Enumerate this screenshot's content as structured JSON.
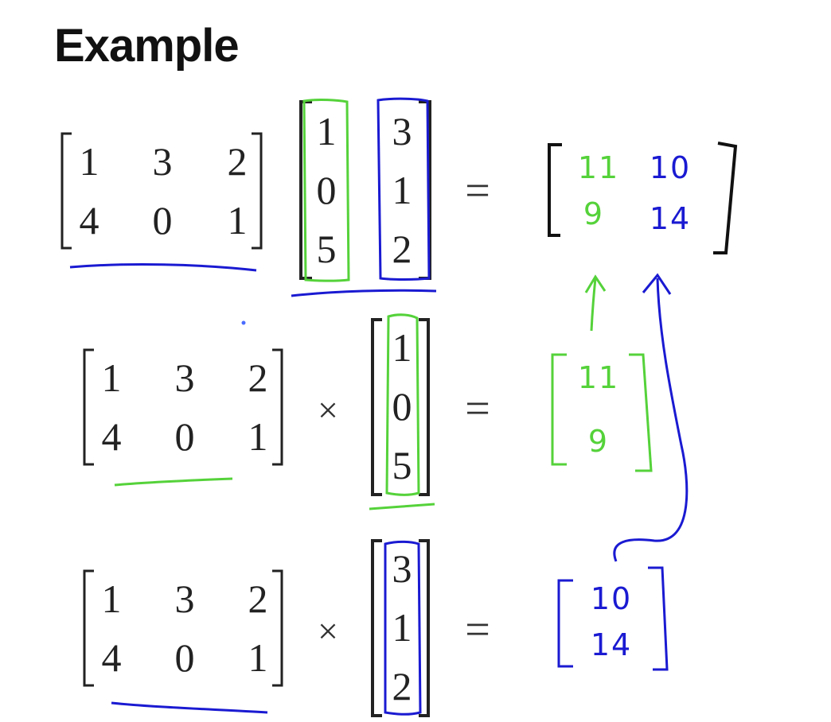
{
  "slide": {
    "title": "Example",
    "colors": {
      "green": "#55d23a",
      "blue": "#1a1ad2",
      "ink": "#222222"
    },
    "top_row": {
      "matrix_a": [
        [
          "1",
          "3",
          "2"
        ],
        [
          "4",
          "0",
          "1"
        ]
      ],
      "matrix_b": [
        [
          "1",
          "3"
        ],
        [
          "0",
          "1"
        ],
        [
          "5",
          "2"
        ]
      ],
      "equals": "=",
      "result": [
        [
          "11",
          "10"
        ],
        [
          "9",
          "14"
        ]
      ]
    },
    "middle_row": {
      "matrix_a": [
        [
          "1",
          "3",
          "2"
        ],
        [
          "4",
          "0",
          "1"
        ]
      ],
      "times": "×",
      "vector": [
        "1",
        "0",
        "5"
      ],
      "equals": "=",
      "result": [
        "11",
        "9"
      ]
    },
    "bottom_row": {
      "matrix_a": [
        [
          "1",
          "3",
          "2"
        ],
        [
          "4",
          "0",
          "1"
        ]
      ],
      "times": "×",
      "vector": [
        "3",
        "1",
        "2"
      ],
      "equals": "=",
      "result": [
        "10",
        "14"
      ]
    }
  }
}
